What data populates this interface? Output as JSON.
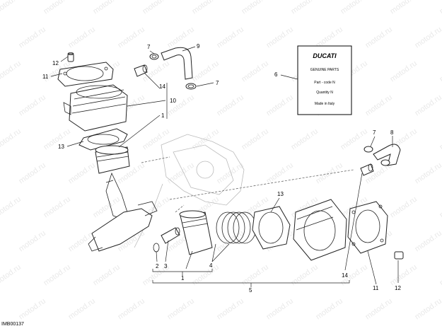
{
  "watermark": "motod.ru",
  "diagram_code": "IMB00137",
  "label_card": {
    "brand": "DUCATI",
    "lines": [
      "GENUINE PARTS",
      "Part - code N",
      "Quantity N",
      "Made in Italy"
    ]
  },
  "callouts": {
    "n1": "1",
    "n2": "2",
    "n3": "3",
    "n4": "4",
    "n5": "5",
    "n6": "6",
    "n7": "7",
    "n8": "8",
    "n9": "9",
    "n10": "10",
    "n11": "11",
    "n12": "12",
    "n13": "13",
    "n14": "14"
  }
}
